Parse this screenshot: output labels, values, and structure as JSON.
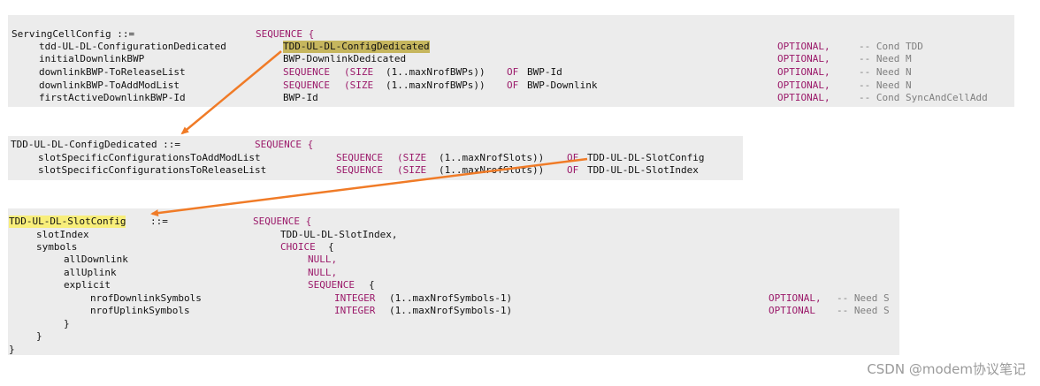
{
  "block1": {
    "header": {
      "name": "ServingCellConfig ::=",
      "type": "SEQUENCE {"
    },
    "rows": [
      {
        "field": "tdd-UL-DL-ConfigurationDedicated",
        "type_ref": "TDD-UL-DL-ConfigDedicated",
        "optional": "OPTIONAL,",
        "comment": "-- Cond TDD"
      },
      {
        "field": "initialDownlinkBWP",
        "type_ref": "BWP-DownlinkDedicated",
        "optional": "OPTIONAL,",
        "comment": "-- Need M"
      },
      {
        "field": "downlinkBWP-ToReleaseList",
        "kw_seq": "SEQUENCE",
        "kw_size": "(SIZE",
        "range": "(1..maxNrofBWPs))",
        "kw_of": "OF",
        "type_ref": "BWP-Id",
        "optional": "OPTIONAL,",
        "comment": "-- Need N"
      },
      {
        "field": "downlinkBWP-ToAddModList",
        "kw_seq": "SEQUENCE",
        "kw_size": "(SIZE",
        "range": "(1..maxNrofBWPs))",
        "kw_of": "OF",
        "type_ref": "BWP-Downlink",
        "optional": "OPTIONAL,",
        "comment": "-- Need N"
      },
      {
        "field": "firstActiveDownlinkBWP-Id",
        "type_ref": "BWP-Id",
        "optional": "OPTIONAL,",
        "comment": "-- Cond SyncAndCellAdd"
      }
    ]
  },
  "block2": {
    "header": {
      "name": "TDD-UL-DL-ConfigDedicated ::=",
      "type": "SEQUENCE {"
    },
    "rows": [
      {
        "field": "slotSpecificConfigurationsToAddModList",
        "kw_seq": "SEQUENCE",
        "kw_size": "(SIZE",
        "range": "(1..maxNrofSlots))",
        "kw_of": "OF",
        "type_ref": "TDD-UL-DL-SlotConfig"
      },
      {
        "field": "slotSpecificConfigurationsToReleaseList",
        "kw_seq": "SEQUENCE",
        "kw_size": "(SIZE",
        "range": "(1..maxNrofSlots))",
        "kw_of": "OF",
        "type_ref": "TDD-UL-DL-SlotIndex"
      }
    ]
  },
  "block3": {
    "header": {
      "name_hl": "TDD-UL-DL-SlotConfig",
      "assign": "::=",
      "type": "SEQUENCE {"
    },
    "slotIndex": {
      "field": "slotIndex",
      "type_ref": "TDD-UL-DL-SlotIndex,"
    },
    "symbols": {
      "field": "symbols",
      "kw": "CHOICE",
      "brace": "{"
    },
    "allDownlink": {
      "field": "allDownlink",
      "kw": "NULL,"
    },
    "allUplink": {
      "field": "allUplink",
      "kw": "NULL,"
    },
    "explicit": {
      "field": "explicit",
      "kw": "SEQUENCE",
      "brace": "{"
    },
    "nrofDownlinkSymbols": {
      "field": "nrofDownlinkSymbols",
      "kw": "INTEGER",
      "range": "(1..maxNrofSymbols-1)",
      "optional": "OPTIONAL,",
      "comment": "-- Need S"
    },
    "nrofUplinkSymbols": {
      "field": "nrofUplinkSymbols",
      "kw": "INTEGER",
      "range": "(1..maxNrofSymbols-1)",
      "optional": "OPTIONAL",
      "comment": "-- Need S"
    },
    "closers": [
      "}",
      "}",
      "}"
    ]
  },
  "watermark": "CSDN @modem协议笔记",
  "colors": {
    "keyword": "#9b1a6a",
    "comment": "#7f7f7f",
    "highlight_olive": "#c6b65e",
    "highlight_yellow": "#f8ee7a",
    "arrow": "#f07b27",
    "panel_bg": "#ececec"
  }
}
